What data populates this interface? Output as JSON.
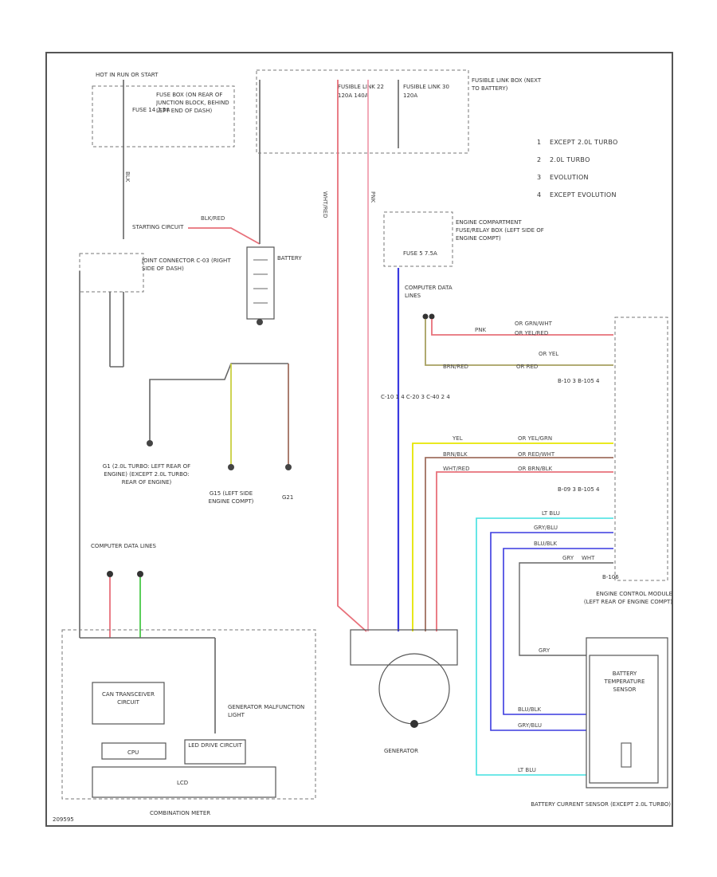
{
  "legend": [
    {
      "num": "1",
      "text": "EXCEPT 2.0L TURBO"
    },
    {
      "num": "2",
      "text": "2.0L TURBO"
    },
    {
      "num": "3",
      "text": "EVOLUTION"
    },
    {
      "num": "4",
      "text": "EXCEPT EVOLUTION"
    }
  ],
  "labels": {
    "hot_in_run": "HOT IN RUN OR START",
    "relay_box": "FUSE BOX (ON REAR OF JUNCTION BLOCK, BEHIND LEFT END OF DASH)",
    "fuse_14": "FUSE 14 7.5A",
    "fusible_link_box": "FUSIBLE LINK BOX (NEXT TO BATTERY)",
    "fusible_link_1": "FUSIBLE LINK 22 120A 140A",
    "fusible_link_2": "FUSIBLE LINK 30 120A",
    "engine_comp_box": "ENGINE COMPARTMENT FUSE/RELAY BOX (LEFT SIDE OF ENGINE COMPT)",
    "fuse_5": "FUSE 5 7.5A",
    "starting_circuit": "STARTING CIRCUIT",
    "battery": "BATTERY",
    "joint_connector": "JOINT CONNECTOR C-03 (RIGHT SIDE OF DASH)",
    "computer_data_lines_top": "COMPUTER DATA LINES",
    "computer_data_lines_left": "COMPUTER DATA LINES",
    "ground_left": "G1 (2.0L TURBO: LEFT REAR OF ENGINE) (EXCEPT 2.0L TURBO: REAR OF ENGINE)",
    "ground_mid": "G15 (LEFT SIDE ENGINE COMPT)",
    "ground_right": "G21",
    "generator": "GENERATOR",
    "ecm": "ENGINE CONTROL MODULE (LEFT REAR OF ENGINE COMPT)",
    "battery_temp_sensor": "BATTERY TEMPERATURE SENSOR",
    "battery_current_sensor": "BATTERY CURRENT SENSOR (EXCEPT 2.0L TURBO)",
    "can_transceiver": "CAN TRANSCEIVER CIRCUIT",
    "cpu": "CPU",
    "led_drive": "LED DRIVE CIRCUIT",
    "lcd": "LCD",
    "gen_malfunction": "GENERATOR MALFUNCTION LIGHT",
    "combination_meter": "COMBINATION METER",
    "c_pin_refs": "C-10 1 4 C-20 3 C-40 2 4",
    "ecm_pins_top": "B-10 3 B-105 4",
    "ecm_pins_mid": "B-09 3 B-105 4",
    "ecm_pin_bottom": "B-106",
    "footer_code": "209595"
  },
  "wires": {
    "red_top": "BLK/RED",
    "pnk": "PNK",
    "or_grn_wht": "OR GRN/WHT",
    "or_yel_red": "OR YEL/RED",
    "or_yel": "OR YEL",
    "brn_red": "BRN/RED",
    "or_red": "OR RED",
    "yel": "YEL",
    "or_yel_grn": "OR YEL/GRN",
    "brn_blk": "BRN/BLK",
    "or_red_wht": "OR RED/WHT",
    "wht_red": "WHT/RED",
    "or_brn_blk": "OR BRN/BLK",
    "lt_blu": "LT BLU",
    "gry_blu": "GRY/BLU",
    "blu_blk": "BLU/BLK",
    "gry": "GRY",
    "wht": "WHT",
    "blk": "BLK"
  },
  "colors": {
    "red": "#e8707a",
    "pink": "#f0a0b0",
    "blue": "#3a3adf",
    "yellow": "#e6e600",
    "olive": "#a8a060",
    "green": "#48c848",
    "cyan": "#40e0e0",
    "brown": "#a07060",
    "gray": "#666666"
  }
}
